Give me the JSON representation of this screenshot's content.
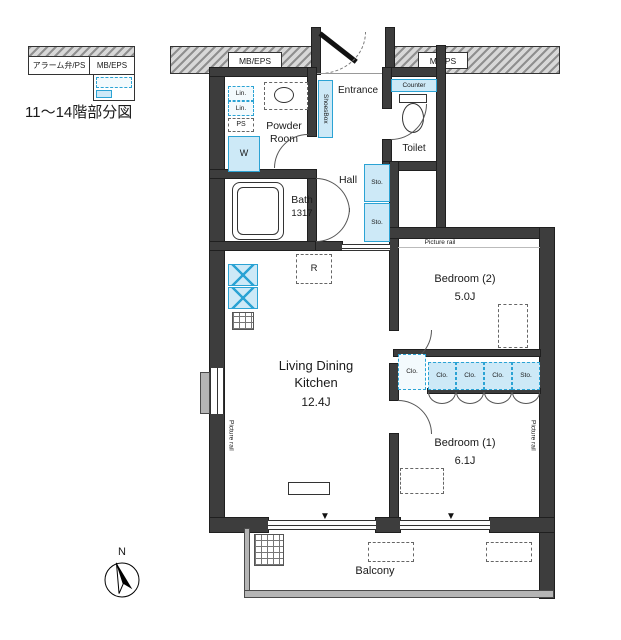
{
  "title": "11〜14階部分図",
  "legend": {
    "alarm": "アラーム弁/PS",
    "mb_eps": "MB/EPS"
  },
  "shafts": {
    "mb_eps": "MB/EPS",
    "mb_ps": "MB/PS"
  },
  "rooms": {
    "entrance": "Entrance",
    "powder_line1": "Powder",
    "powder_line2": "Room",
    "toilet": "Toilet",
    "bath": "Bath",
    "bath_size": "1317",
    "hall": "Hall",
    "bedroom2": "Bedroom (2)",
    "bedroom2_size": "5.0J",
    "ldk_line1": "Living Dining",
    "ldk_line2": "Kitchen",
    "ldk_size": "12.4J",
    "bedroom1": "Bedroom (1)",
    "bedroom1_size": "6.1J",
    "balcony": "Balcony"
  },
  "fixtures": {
    "lin1": "Lin.",
    "lin2": "Lin.",
    "ps": "PS",
    "washer": "W",
    "shoesbox": "ShoesBox",
    "counter": "Counter",
    "sto_upper": "Sto.",
    "sto_lower": "Sto.",
    "fridge": "R",
    "clo_side": "Clo.",
    "clo_1": "Clo.",
    "clo_2": "Clo.",
    "clo_3": "Clo.",
    "sto_closet": "Sto.",
    "picture_rail_top": "Picture rail",
    "picture_rail_left": "Picture rail",
    "picture_rail_right": "Picture rail"
  },
  "compass": {
    "north": "N"
  },
  "markers": {
    "door_triangle": "▼"
  }
}
